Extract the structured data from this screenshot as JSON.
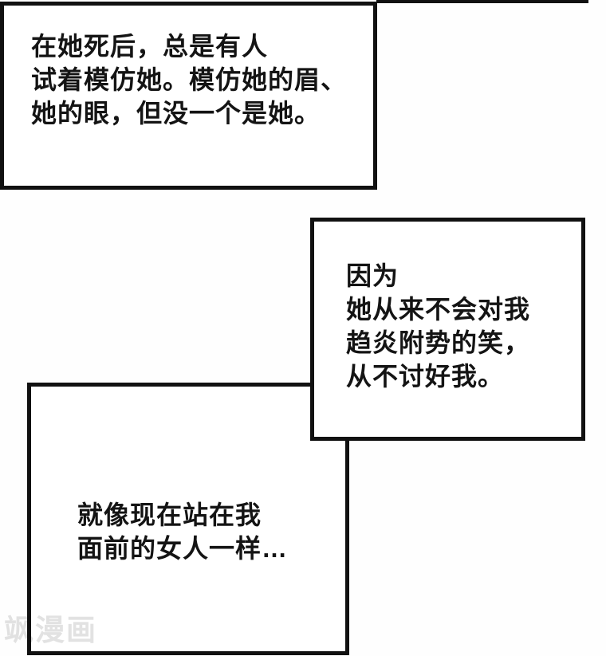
{
  "page": {
    "background": "#ffffff",
    "panel_fill": "#ffffff",
    "border_color": "#111111",
    "text_color": "#141414"
  },
  "panels": {
    "narration_1": {
      "lines": [
        "在她死后，总是有人",
        "试着模仿她。模仿她的眉、",
        "她的眼，但没一个是她。"
      ]
    },
    "narration_2": {
      "lines": [
        "因为",
        "她从来不会对我",
        "趋炎附势的笑，",
        "从不讨好我。"
      ]
    },
    "narration_3": {
      "lines": [
        "就像现在站在我",
        "面前的女人一样…"
      ]
    }
  },
  "watermark": {
    "text": "飒漫画",
    "color": "#e2e2e2"
  }
}
